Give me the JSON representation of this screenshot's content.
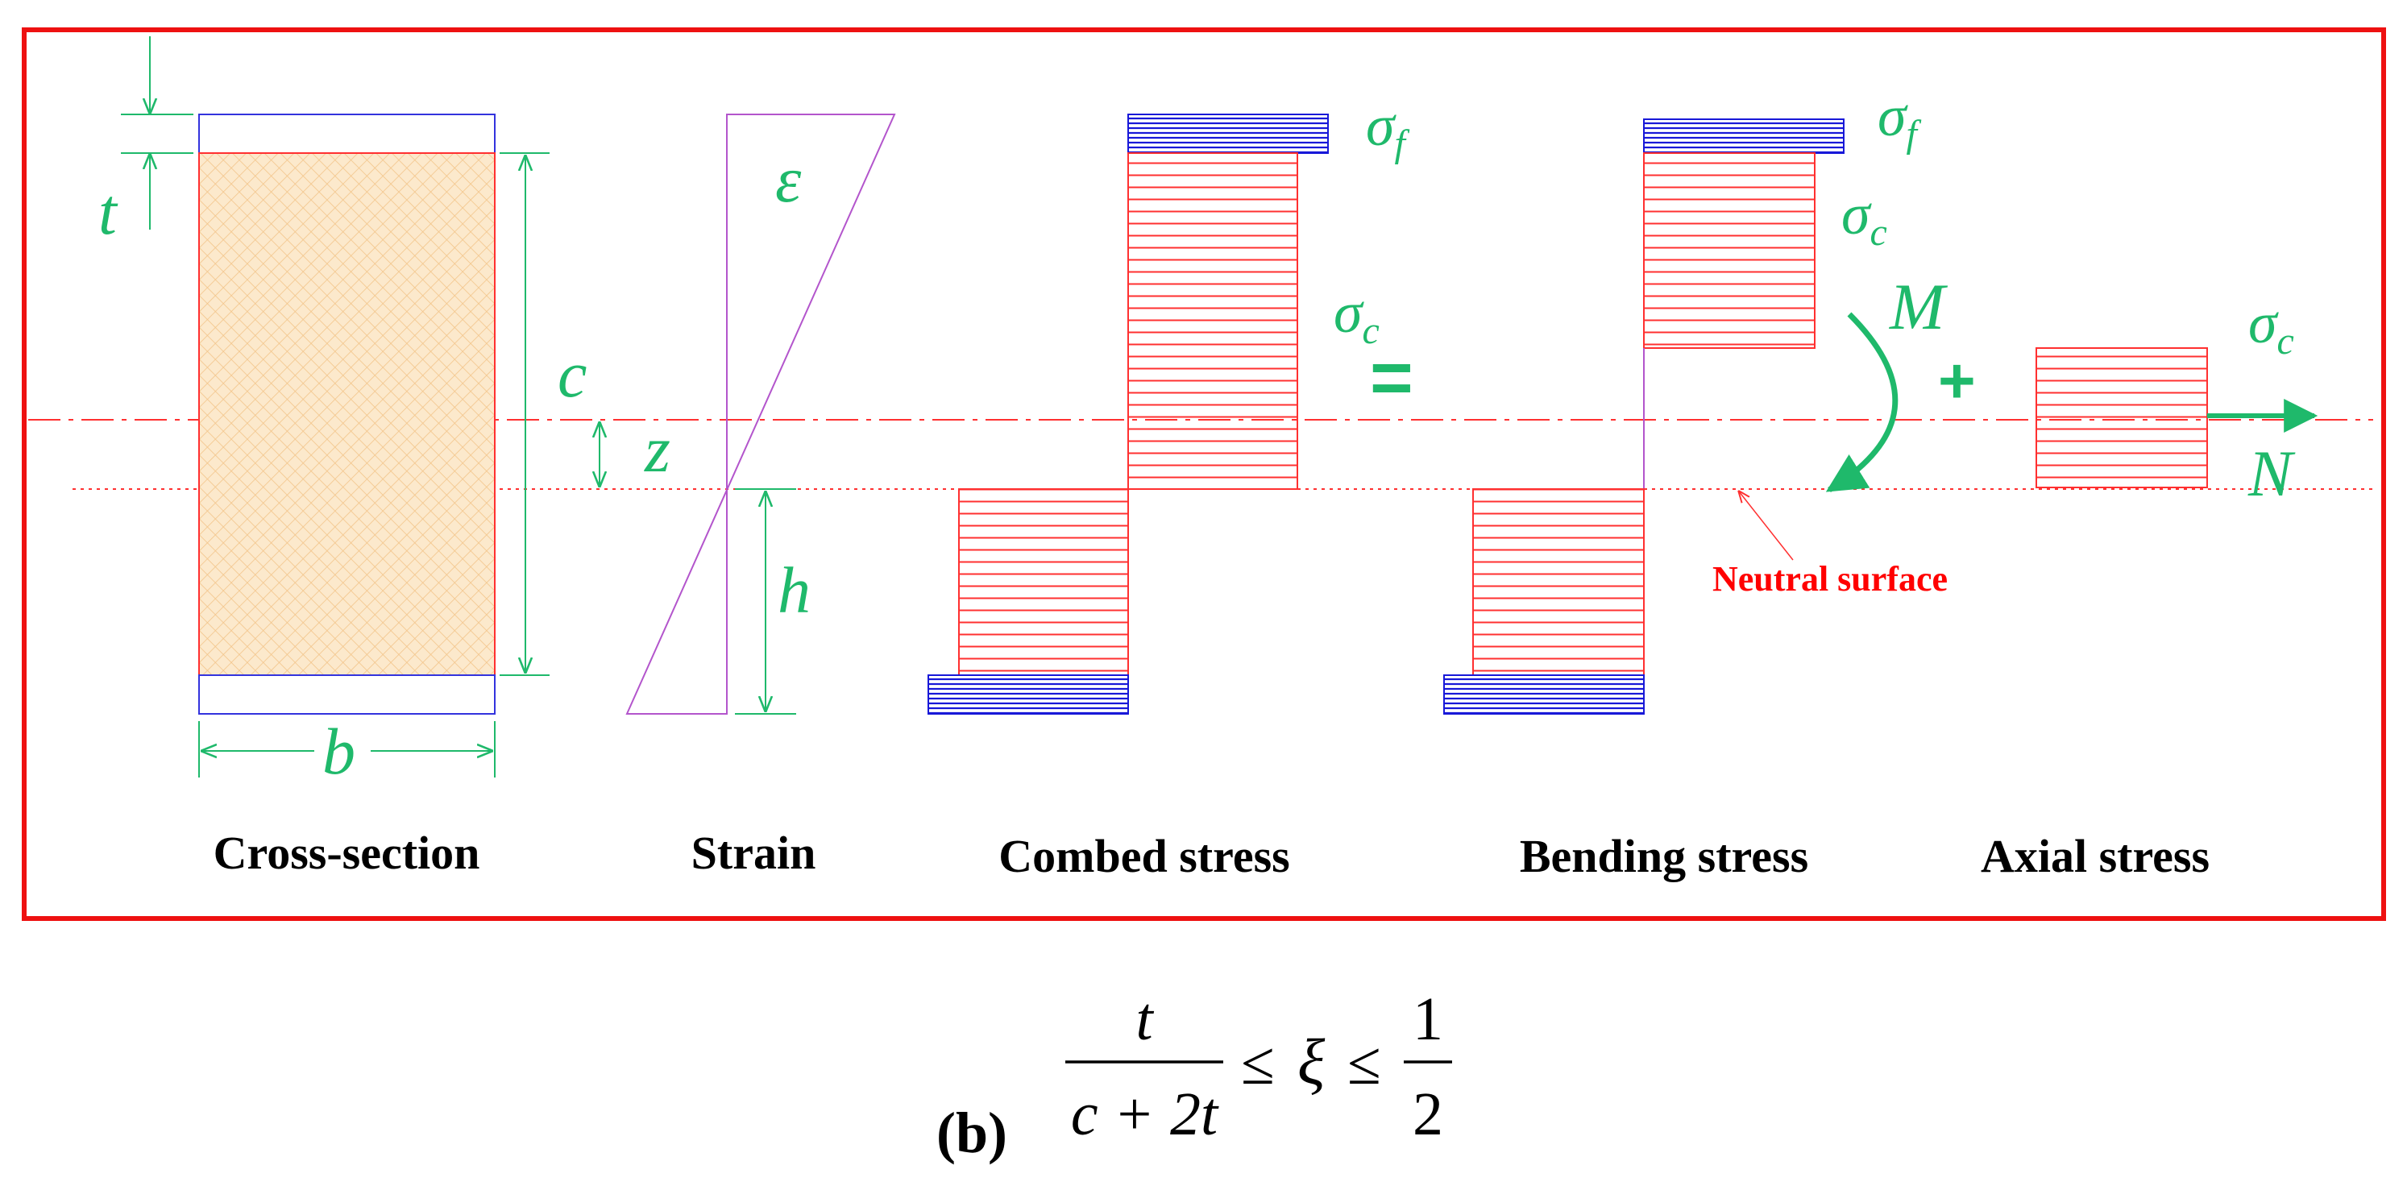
{
  "colors": {
    "frame": "#ee1111",
    "green": "#1fb96b",
    "red": "#ff3030",
    "blue": "#1818d8",
    "purple": "#b355cc",
    "hatch_fill": "#fce9cc",
    "hatch_line": "#f5c98a"
  },
  "symbols": {
    "t": "t",
    "c": "c",
    "z": "z",
    "h": "h",
    "b": "b",
    "epsilon": "ε",
    "sigma": "σ",
    "sub_f": "f",
    "sub_c": "c",
    "M": "M",
    "N": "N",
    "equals": "=",
    "plus": "+"
  },
  "labels": {
    "neutral_surface": "Neutral surface",
    "cross_section": "Cross-section",
    "strain": "Strain",
    "combined_stress": "Combed stress",
    "bending_stress": "Bending stress",
    "axial_stress": "Axial stress"
  },
  "equation": {
    "panel_label": "(b)",
    "numerator_left": "t",
    "denominator_left": "c + 2t",
    "le1": "≤",
    "xi": "ξ",
    "le2": "≤",
    "numerator_right": "1",
    "denominator_right": "2"
  }
}
